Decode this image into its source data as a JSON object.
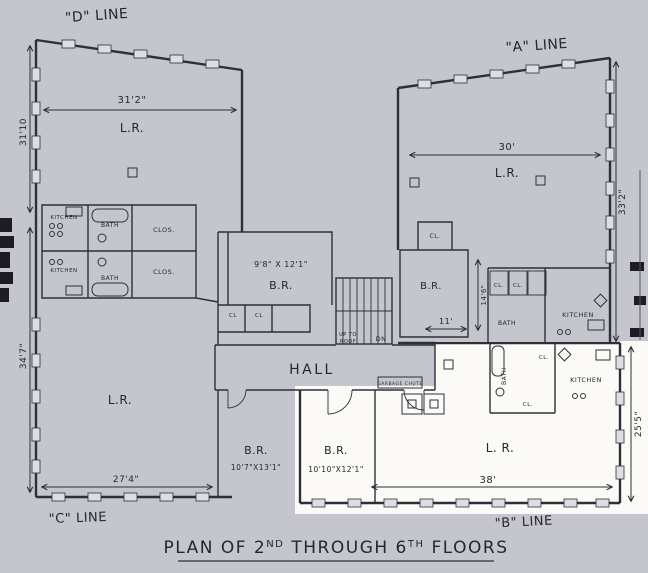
{
  "colors": {
    "background": "#c5c6cd",
    "ink": "#2f2f38",
    "highlight": "#fbfaf7"
  },
  "corner_labels": {
    "d": "\"D\" LINE",
    "a": "\"A\" LINE",
    "c": "\"C\" LINE",
    "b": "\"B\" LINE"
  },
  "title": {
    "p1": "PLAN OF 2",
    "sup1": "ND",
    "p2": "THROUGH 6",
    "sup2": "TH",
    "p3": "FLOORS"
  },
  "rooms": {
    "lr_top_left": "L.R.",
    "lr_bottom_left": "L.R.",
    "lr_right": "L.R.",
    "lr_unit": "L. R.",
    "br_mid": "B.R.",
    "br_mid_dim": "9'8\" X 12'1\"",
    "br_right": "B.R.",
    "br_bottom_left": "B.R.",
    "br_bottom_left_dim": "10'7\"X13'1\"",
    "br_unit": "B.R.",
    "br_unit_dim": "10'10\"X12'1\"",
    "hall": "HALL",
    "kitchen_tl": "KITCHEN",
    "kitchen_bl": "KITCHEN",
    "kitchen_right": "KITCHEN",
    "kitchen_unit": "KITCHEN",
    "bath_tl": "BATH",
    "bath_bl": "BATH",
    "bath_right": "BATH",
    "bath_unit": "BATH",
    "clos_1": "CLOS.",
    "clos_2": "CLOS.",
    "cl_mid_1": "CL",
    "cl_mid_2": "CL",
    "cl_right_top": "CL.",
    "cl_right_1": "CL.",
    "cl_right_2": "CL.",
    "cl_unit_1": "CL.",
    "cl_unit_2": "CL.",
    "up_to": "UP TO",
    "roof": "ROOF",
    "dn": "DN",
    "garbage_chute": "GARBAGE CHUTE"
  },
  "dimensions": {
    "top_left_width": "31'2\"",
    "top_left_height": "31'10",
    "bottom_left_height": "34'7\"",
    "bottom_left_width": "27'4\"",
    "right_width": "30'",
    "right_height": "33'2\"",
    "unit_width": "38'",
    "unit_height": "25'5\"",
    "br_right_width": "11'",
    "br_right_height": "14'6\""
  }
}
